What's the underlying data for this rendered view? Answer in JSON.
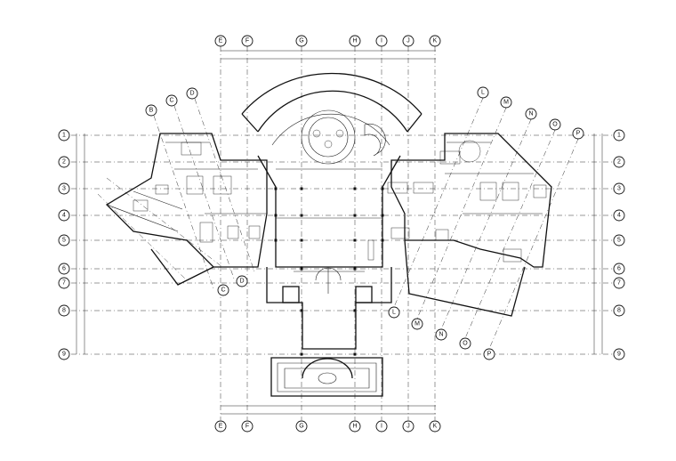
{
  "drawing": {
    "top_axes": [
      "E",
      "F",
      "G",
      "H",
      "I",
      "J",
      "K"
    ],
    "bottom_axes": [
      "E",
      "F",
      "G",
      "H",
      "I",
      "J",
      "K"
    ],
    "left_axes": [
      "1",
      "2",
      "3",
      "4",
      "5",
      "6",
      "7",
      "8",
      "9"
    ],
    "right_axes": [
      "1",
      "2",
      "3",
      "4",
      "5",
      "6",
      "7",
      "8",
      "9"
    ],
    "left_wing_axes": [
      "B",
      "C",
      "D"
    ],
    "right_wing_top_axes": [
      "L",
      "M",
      "N",
      "O",
      "P"
    ],
    "right_wing_bottom_axes": [
      "L",
      "M",
      "N",
      "O",
      "P"
    ],
    "left_wing_lower_axes": [
      "C",
      "D"
    ]
  },
  "colors": {
    "line": "#111111",
    "background": "#ffffff"
  }
}
